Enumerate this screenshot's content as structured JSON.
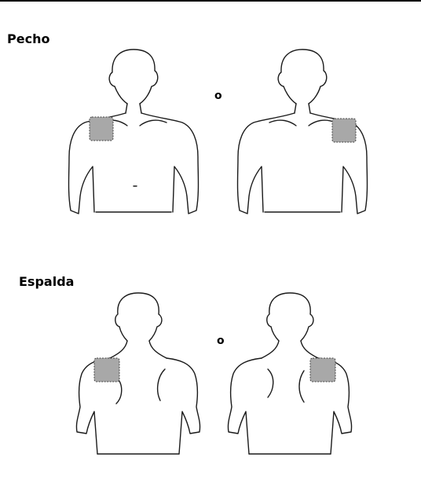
{
  "chest": {
    "title": "Pecho",
    "or_label": "o",
    "patch_color": "#a8a8a8"
  },
  "back": {
    "title": "Espalda",
    "or_label": "o",
    "patch_color": "#a8a8a8"
  }
}
